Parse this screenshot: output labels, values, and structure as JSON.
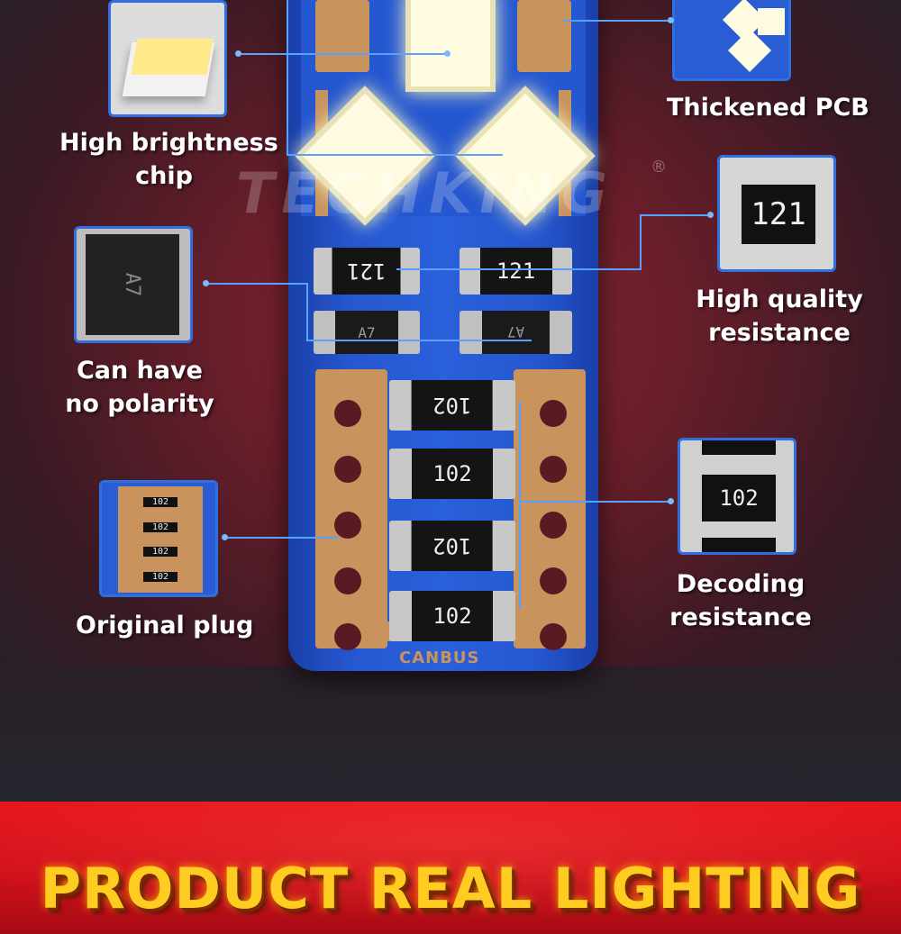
{
  "labels": {
    "chip_line1": "High brightness",
    "chip_line2": "chip",
    "pcb": "Thickened PCB",
    "resistance_line1": "High quality",
    "resistance_line2": "resistance",
    "polarity_line1": "Can have",
    "polarity_line2": "no polarity",
    "plug": "Original plug",
    "decoding_line1": "Decoding",
    "decoding_line2": "resistance"
  },
  "board": {
    "resistor_code_top": "121",
    "diode_code": "A7",
    "decoding_code": "102",
    "canbus": "CANBUS"
  },
  "watermark": {
    "brand": "TECHKING",
    "registered": "®"
  },
  "banner": {
    "title": "PRODUCT REAL LIGHTING"
  },
  "colors": {
    "accent_blue": "#2f6fe0",
    "banner_red": "#e8141c",
    "title_gold": "#ffcc22",
    "pcb_blue": "#2557d0",
    "copper": "#c9935e"
  }
}
